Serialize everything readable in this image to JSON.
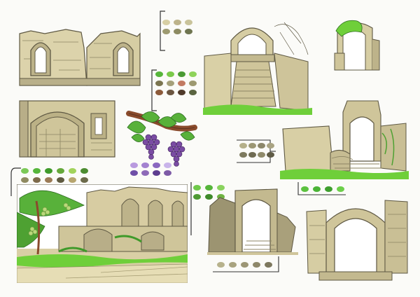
{
  "canvas": {
    "background": "#fbfbf8"
  },
  "colors": {
    "stone_light": "#e4dcb6",
    "stone_mid": "#cfc59a",
    "stone_dark": "#a89f76",
    "stone_shadow": "#8d8564",
    "outline": "#5e5843",
    "grass": "#6fcf3a",
    "grass_dark": "#3f9a2a",
    "leaf": "#58b13a",
    "grape": "#7a4ca3",
    "grape_dark": "#55307a",
    "wood": "#8a4b2c",
    "sky": "#ffffff"
  },
  "palettes": [
    {
      "name": "ruined-gothic-windows-palette",
      "cols": 3,
      "colors": [
        "#d7cfa4",
        "#bdb38a",
        "#c9c39a",
        "#9d9a70",
        "#8d8b62",
        "#6f7550"
      ]
    },
    {
      "name": "courtyard-arches-palette",
      "cols": 4,
      "colors": [
        "#56b53b",
        "#7ac94a",
        "#4a9a34",
        "#8fd35a",
        "#7b7550",
        "#a5a07a",
        "#c27a62",
        "#9d9970",
        "#8c5a3a",
        "#6b5540",
        "#4f3a2a",
        "#5a6440"
      ]
    },
    {
      "name": "grapevine-palette",
      "cols": 4,
      "colors": [
        "#b99adf",
        "#a382d0",
        "#8a67c0",
        "#c9b4ea",
        "#6f4fa8",
        "#8e6ab8",
        "#5d3d8f",
        "#7d5aa6"
      ]
    },
    {
      "name": "overgrown-courtyard-palette",
      "cols": 6,
      "colors": [
        "#7bc956",
        "#56b53b",
        "#3f9a2a",
        "#65a83a",
        "#a2d35b",
        "#4c8c30",
        "#8f8a60",
        "#7d6a4a",
        "#9b7a55",
        "#5f5a40",
        "#b7a56e",
        "#6c6a4a"
      ]
    },
    {
      "name": "ruined-gate-stairs-palette",
      "cols": 3,
      "colors": [
        "#6fc94a",
        "#55b53a",
        "#8ad35e",
        "#4f9a34",
        "#3f8a2a",
        "#6fb342"
      ]
    },
    {
      "name": "broken-wall-arch-palette",
      "cols": 4,
      "colors": [
        "#b5b08a",
        "#9c9774",
        "#8c876a",
        "#a9a382",
        "#7d7a5e",
        "#6f6b52",
        "#8f8a6a",
        "#5f5b45"
      ]
    },
    {
      "name": "arch-gate-grass-palette",
      "cols": 4,
      "colors": [
        "#5cc23f",
        "#4ab336",
        "#3e9f2e",
        "#6ccf4a"
      ]
    },
    {
      "name": "stone-arch-gate-palette",
      "cols": 5,
      "colors": [
        "#b7b28c",
        "#a8a37f",
        "#9c9675",
        "#8e886a",
        "#7d785e"
      ]
    }
  ],
  "sketches": [
    {
      "name": "ruined-gothic-windows-sketch"
    },
    {
      "name": "stone-archway-wall-sketch"
    },
    {
      "name": "grapevine-sketch"
    },
    {
      "name": "overgrown-courtyard-scene"
    },
    {
      "name": "tunnel-stairs-arch-sketch"
    },
    {
      "name": "overgrown-small-arch-sketch"
    },
    {
      "name": "arch-gate-with-steps-sketch"
    },
    {
      "name": "ruined-wall-arch-stairs-sketch"
    },
    {
      "name": "stone-gate-arch-sketch"
    }
  ]
}
